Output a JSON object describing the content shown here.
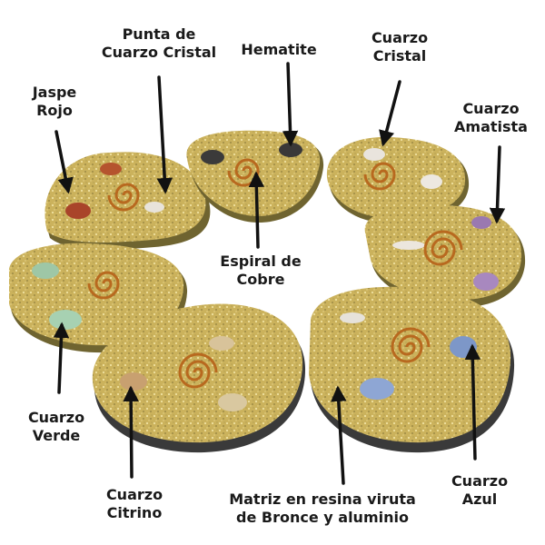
{
  "labels": {
    "jaspe_rojo": "Jaspe\nRojo",
    "punta_cuarzo": "Punta de\nCuarzo Cristal",
    "hematite": "Hematite",
    "cuarzo_cristal": "Cuarzo\nCristal",
    "cuarzo_amatista": "Cuarzo\nAmatista",
    "espiral_cobre": "Espiral de\nCobre",
    "cuarzo_verde": "Cuarzo\nVerde",
    "cuarzo_citrino": "Cuarzo\nCitrino",
    "matriz": "Matriz en resina viruta\nde Bronce y aluminio",
    "cuarzo_azul": "Cuarzo\nAzul"
  },
  "colors": {
    "resin_gold": "#cdb45e",
    "resin_shadow": "#8a7a3c",
    "copper": "#b8691f",
    "arrow": "#111111"
  }
}
